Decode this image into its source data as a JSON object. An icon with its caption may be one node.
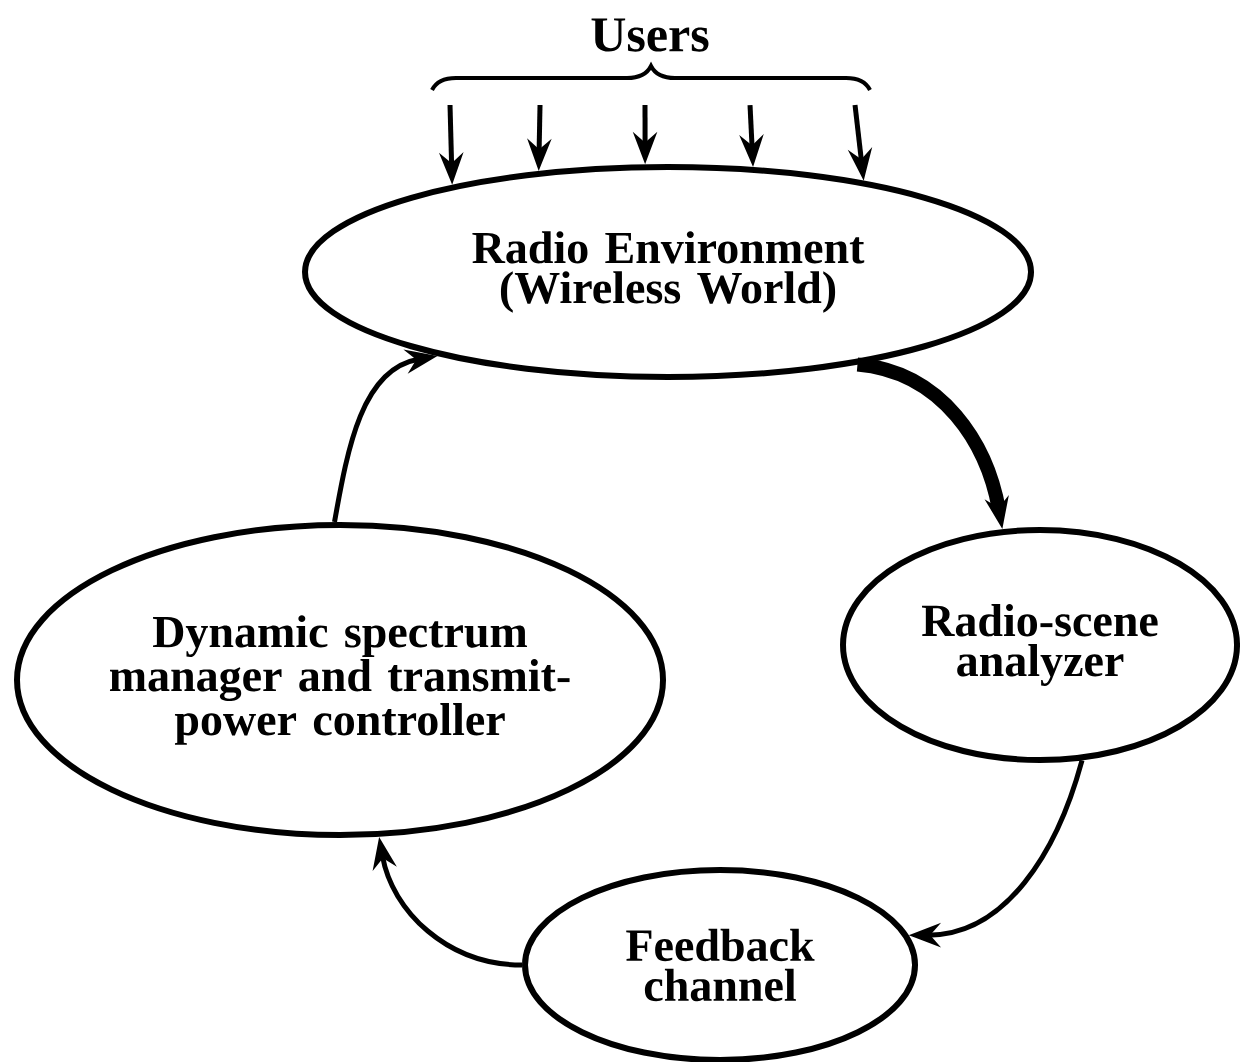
{
  "diagram": {
    "nodes": [
      {
        "text": [
          "Radio Environment (Wireless World)"
        ]
      },
      {
        "text": [
          "Radio-scene analyzer"
        ]
      },
      {
        "text": [
          "Feedback channel"
        ]
      },
      {
        "text": [
          "Dynamic spectrum manager and transmit-power controller"
        ]
      }
    ],
    "edges": [
      {
        "from": 0,
        "to": 1,
        "arrow": "to",
        "style": "thick"
      },
      {
        "from": 1,
        "to": 2,
        "arrow": "to"
      },
      {
        "from": 2,
        "to": 3,
        "arrow": "to"
      },
      {
        "from": 3,
        "to": 0,
        "arrow": "to"
      },
      {
        "from": null,
        "to": 0,
        "arrow": "to"
      },
      {
        "from": null,
        "to": 0,
        "arrow": "to"
      },
      {
        "from": null,
        "to": 0,
        "arrow": "to"
      },
      {
        "from": null,
        "to": 0,
        "arrow": "to"
      },
      {
        "from": null,
        "to": 0,
        "arrow": "to"
      }
    ],
    "labels": [
      "Users"
    ]
  }
}
